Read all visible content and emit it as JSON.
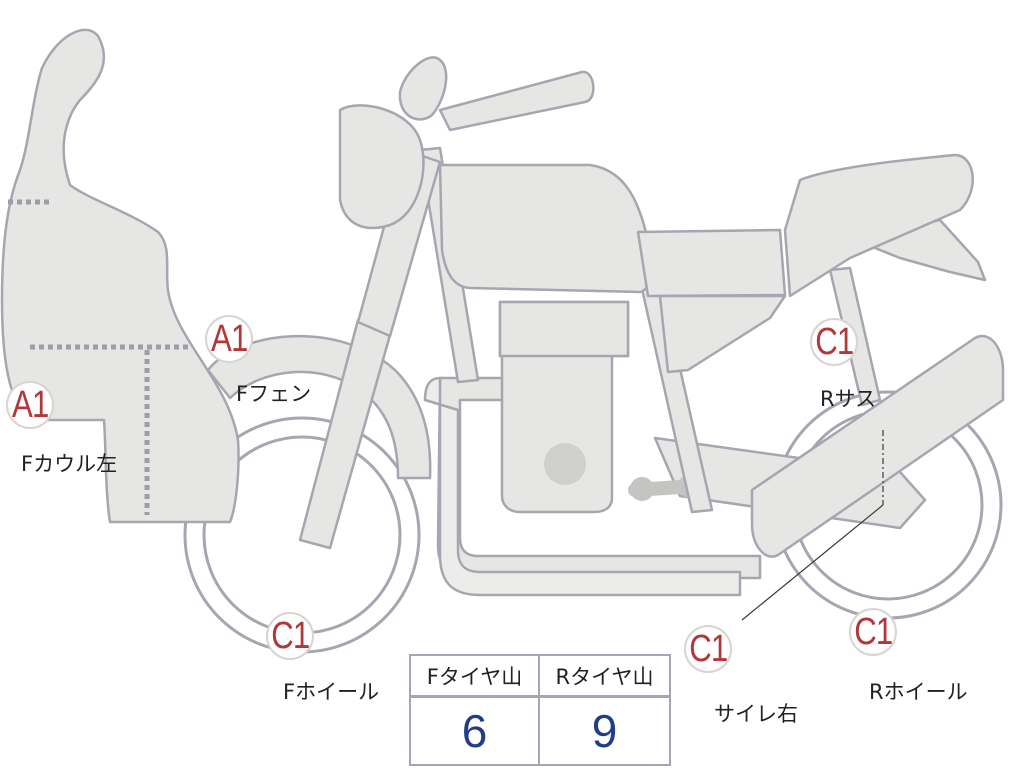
{
  "labels": [
    {
      "code": "A1",
      "name": "Fカウル左"
    },
    {
      "code": "A1",
      "name": "Fフェン"
    },
    {
      "code": "C1",
      "name": "Fホイール"
    },
    {
      "code": "C1",
      "name": "Rサス"
    },
    {
      "code": "C1",
      "name": "サイレ右"
    },
    {
      "code": "C1",
      "name": "Rホイール"
    }
  ],
  "tire_table": {
    "headers": [
      "Fタイヤ山",
      "Rタイヤ山"
    ],
    "values": [
      "6",
      "9"
    ]
  },
  "colors": {
    "part_fill": "#e6e6e4",
    "part_outline": "#a5a7b0",
    "damage_code": "#b3373a",
    "tread_value": "#1f3c8e"
  }
}
